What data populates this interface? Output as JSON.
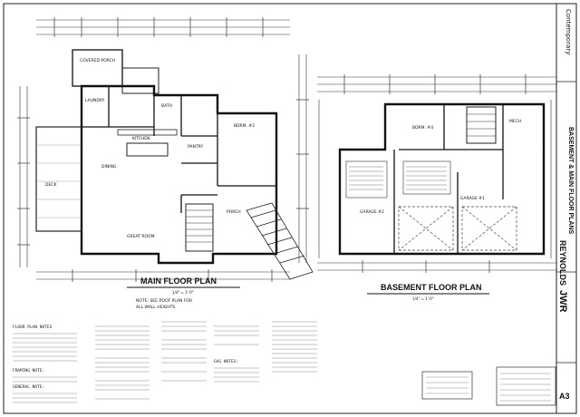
{
  "main_plan": {
    "title": "MAIN FLOOR PLAN",
    "scale": "1/4\" = 1'-0\"",
    "note_line1": "NOTE: SEE ROOF PLAN FOR",
    "note_line2": "ALL WALL HEIGHTS",
    "rooms": {
      "covered_porch": "COVERED PORCH",
      "laundry": "LAUNDRY",
      "bath": "BATH",
      "bdrm": "BDRM. #2",
      "kitchen": "KITCHEN",
      "pantry": "PANTRY",
      "dining": "DINING",
      "deck": "DECK",
      "porch": "PORCH",
      "great_room": "GREAT ROOM"
    }
  },
  "basement_plan": {
    "title": "BASEMENT FLOOR PLAN",
    "scale": "1/4\" = 1'-0\"",
    "rooms": {
      "bdrm": "BDRM. #4",
      "garage_2": "GARAGE #2",
      "garage_1": "GARAGE #1",
      "mech": "MECH"
    }
  },
  "notes": {
    "floor_plan_notes": "FLOOR PLAN NOTES",
    "framing_note": "FRAMING NOTE:",
    "general_note": "GENERAL NOTE:",
    "gas_notes": "GAS NOTES:"
  },
  "title_block": {
    "project": "REYNOLDS",
    "sheet_title": "BASEMENT & MAIN FLOOR PLANS",
    "style": "Contemporary",
    "sheet_num": "A3",
    "logo": "JWR"
  }
}
